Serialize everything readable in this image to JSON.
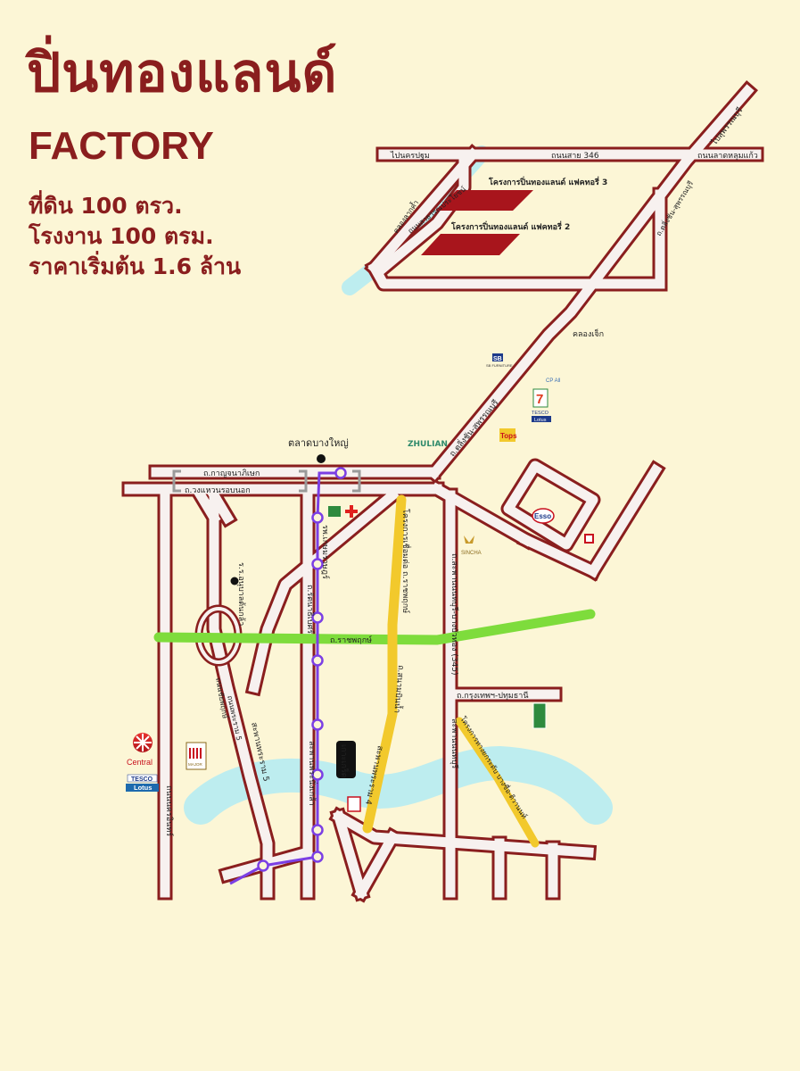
{
  "header": {
    "title": "ปิ่นทองแลนด์",
    "subtitle": "FACTORY",
    "specs": [
      "ที่ดิน 100 ตรว.",
      "โรงงาน 100 ตรม.",
      "ราคาเริ่มต้น 1.6 ล้าน"
    ]
  },
  "map": {
    "roads": {
      "to_nakhon_pathom": "ไปนครปฐม",
      "road_346": "ถนนสาย 346",
      "lat_lum_kaeo": "ถนนลาดหลุมแก้ว",
      "to_suphanburi": "ไปสุพรรณบุรี",
      "canal_left": "คลองลากค้ำ",
      "wat_road": "ถนนสาธารณประโยชน์",
      "taling_chan_suphan_top": "ถ.ตลิ่งชัน-สุพรรณบุรี",
      "taling_chan_suphan": "ถ.ตลิ่งชัน-สุพรรณบุรี",
      "khlong_chek": "คลองเจ็ก",
      "kanchanaphisek": "ถ.กาญจนาภิเษก",
      "outer_ring": "ถ.วงแหวนรอบนอก",
      "ratchaphruek": "ถ.ราชพฤกษ์",
      "rattanathibet": "ถ.รัตนาธิเบศร์",
      "pathum_thani": "ถ.กรุงเทพฯ-ปทุมธานี",
      "rama5_bridge": "สะพานพระราม 5",
      "rama4_bridge": "สะพานพระราม 4",
      "nonthaburi_bridge": "สะพานนนทบุรี",
      "pak_kret_bridge": "สะพานพระนั่งเกล้า",
      "nakhon_in": "ถนนนครอินทร์",
      "ratchaphruek_ext": "โครงการเชื่อมต่อ ถ.ราชพฤกษ์",
      "sanam_bin_nam": "ถ.สนามบินน้ำ",
      "chaeng_watthana": "โครงการทางยกระดับ บางซื่อ-ติวานนท์",
      "nonthaburi_1": "ถ.สะพานนนทบุรี-บางบัวทอง (345)",
      "rama5_road": "ถนนพระราม 5",
      "ratchaphruek_left": "ถนนชัยพฤกษ์"
    },
    "places": {
      "factory3": "โครงการปิ่นทองแลนด์ แฟคทอรี่ 3",
      "factory2": "โครงการปิ่นทองแลนด์ แฟคทอรี่ 2",
      "bang_yai_market": "ตลาดบางใหญ่",
      "school": "ร.ร.อนุบาลต้นกล้า",
      "hospital": "รพ.เกษมราษฎร์",
      "zhulian": "ZHULIAN",
      "ko_kret": "เกาะเกร็ด"
    },
    "logos": {
      "tops": "Tops",
      "esso": "Esso",
      "sincha": "SINCHA",
      "central": "Central",
      "tesco": "TESCO",
      "lotus": "Lotus",
      "major": "MAJOR",
      "seven": "7",
      "sb": "SB",
      "sb_sub": "SB FURNITURE",
      "cpall": "CP All",
      "tesco_small": "TESCO",
      "lotus_small": "Lotus"
    },
    "colors": {
      "road_fill": "#F7F1EF",
      "road_border": "#8A1E1E",
      "factory": "#A8151C",
      "river": "#BDEDEF",
      "ratchaphruek_line": "#7EDC3C",
      "expressway": "#F2C92C",
      "purple_line": "#7B3FE4",
      "title": "#8A1E1E",
      "background": "#FCF6D6"
    }
  }
}
